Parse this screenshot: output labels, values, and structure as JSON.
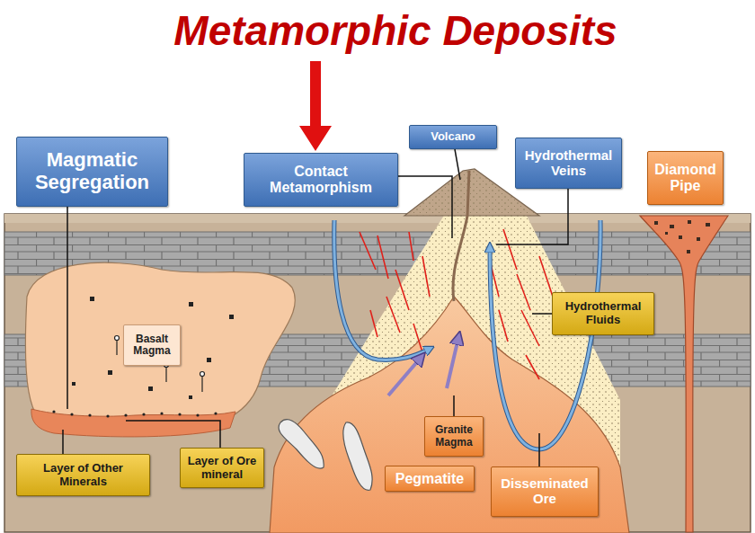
{
  "diagram": {
    "title": "Metamorphic Deposits",
    "nodes": [
      {
        "text": [
          "Magmatic Segregation"
        ]
      },
      {
        "text": [
          "Contact Metamorphism"
        ]
      },
      {
        "text": [
          "Volcano"
        ]
      },
      {
        "text": [
          "Hydrothermal Veins"
        ]
      },
      {
        "text": [
          "Diamond Pipe"
        ]
      },
      {
        "text": [
          "Basalt Magma"
        ]
      },
      {
        "text": [
          "Hydrothermal Fluids"
        ]
      },
      {
        "text": [
          "Granite Magma"
        ]
      },
      {
        "text": [
          "Layer of Other Minerals"
        ]
      },
      {
        "text": [
          "Layer of Ore mineral"
        ]
      },
      {
        "text": [
          "Pegmatite"
        ]
      },
      {
        "text": [
          "Disseminated Ore"
        ]
      }
    ]
  }
}
